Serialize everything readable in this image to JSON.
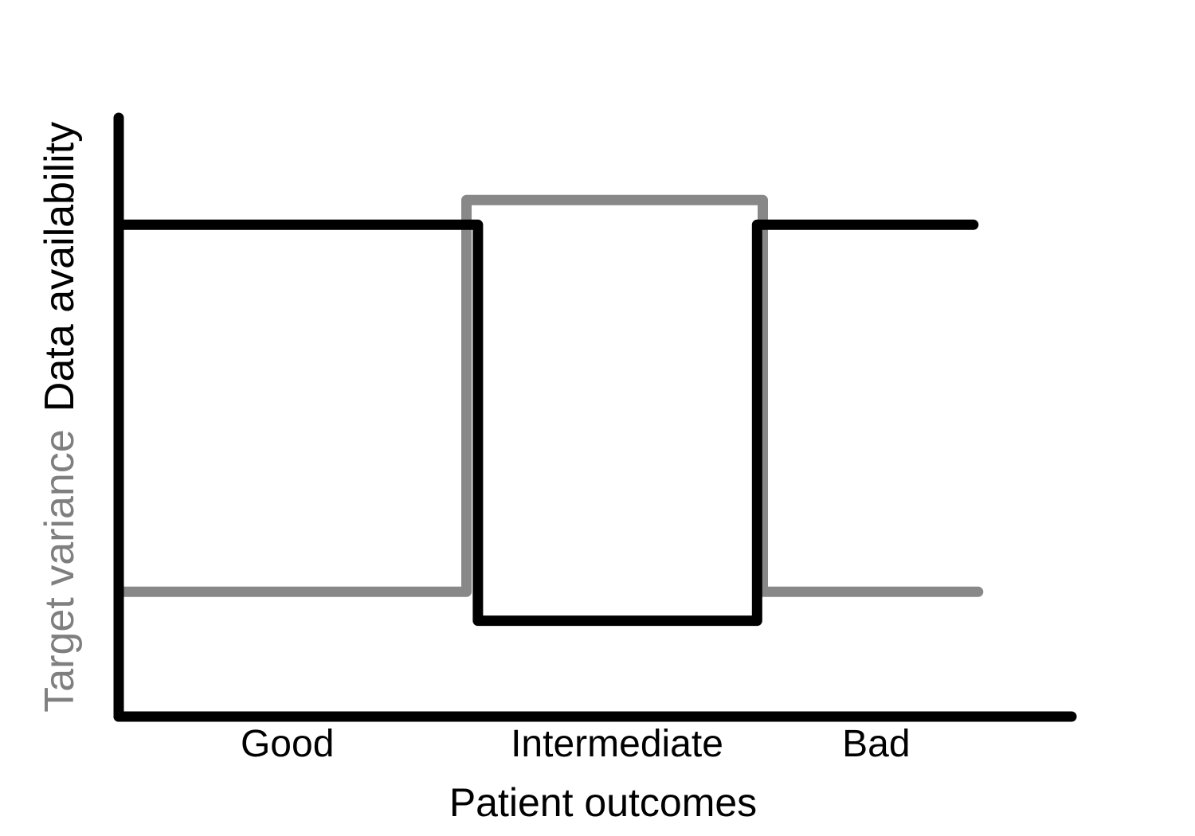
{
  "chart_data": {
    "type": "line",
    "style": "step",
    "title": "",
    "xlabel": "Patient outcomes",
    "x_categories": [
      "Good",
      "Intermediate",
      "Bad"
    ],
    "x_category_positions": [
      0.177,
      0.523,
      0.795
    ],
    "x_axis_ticks": "none",
    "y_axis_ticks": "none",
    "y_axis_numeric_labels": "none",
    "grid": false,
    "legend_position": "none (series identified by colored y-axis labels)",
    "axis_color": "#000000",
    "background_color": "#ffffff",
    "series": [
      {
        "name": "Target variance",
        "color": "#888888",
        "label_color": "#7f7f7f",
        "points_normalized": [
          [
            0.001,
            0.207
          ],
          [
            0.365,
            0.207
          ],
          [
            0.365,
            0.857
          ],
          [
            0.676,
            0.857
          ],
          [
            0.676,
            0.207
          ],
          [
            0.902,
            0.207
          ]
        ],
        "qualitative_levels": {
          "Good": "low",
          "Intermediate": "high",
          "Bad": "low"
        }
      },
      {
        "name": "Data availability",
        "color": "#000000",
        "label_color": "#000000",
        "points_normalized": [
          [
            0.001,
            0.816
          ],
          [
            0.377,
            0.816
          ],
          [
            0.377,
            0.159
          ],
          [
            0.67,
            0.159
          ],
          [
            0.67,
            0.816
          ],
          [
            0.897,
            0.816
          ]
        ],
        "qualitative_levels": {
          "Good": "high",
          "Intermediate": "low",
          "Bad": "high"
        }
      }
    ]
  }
}
